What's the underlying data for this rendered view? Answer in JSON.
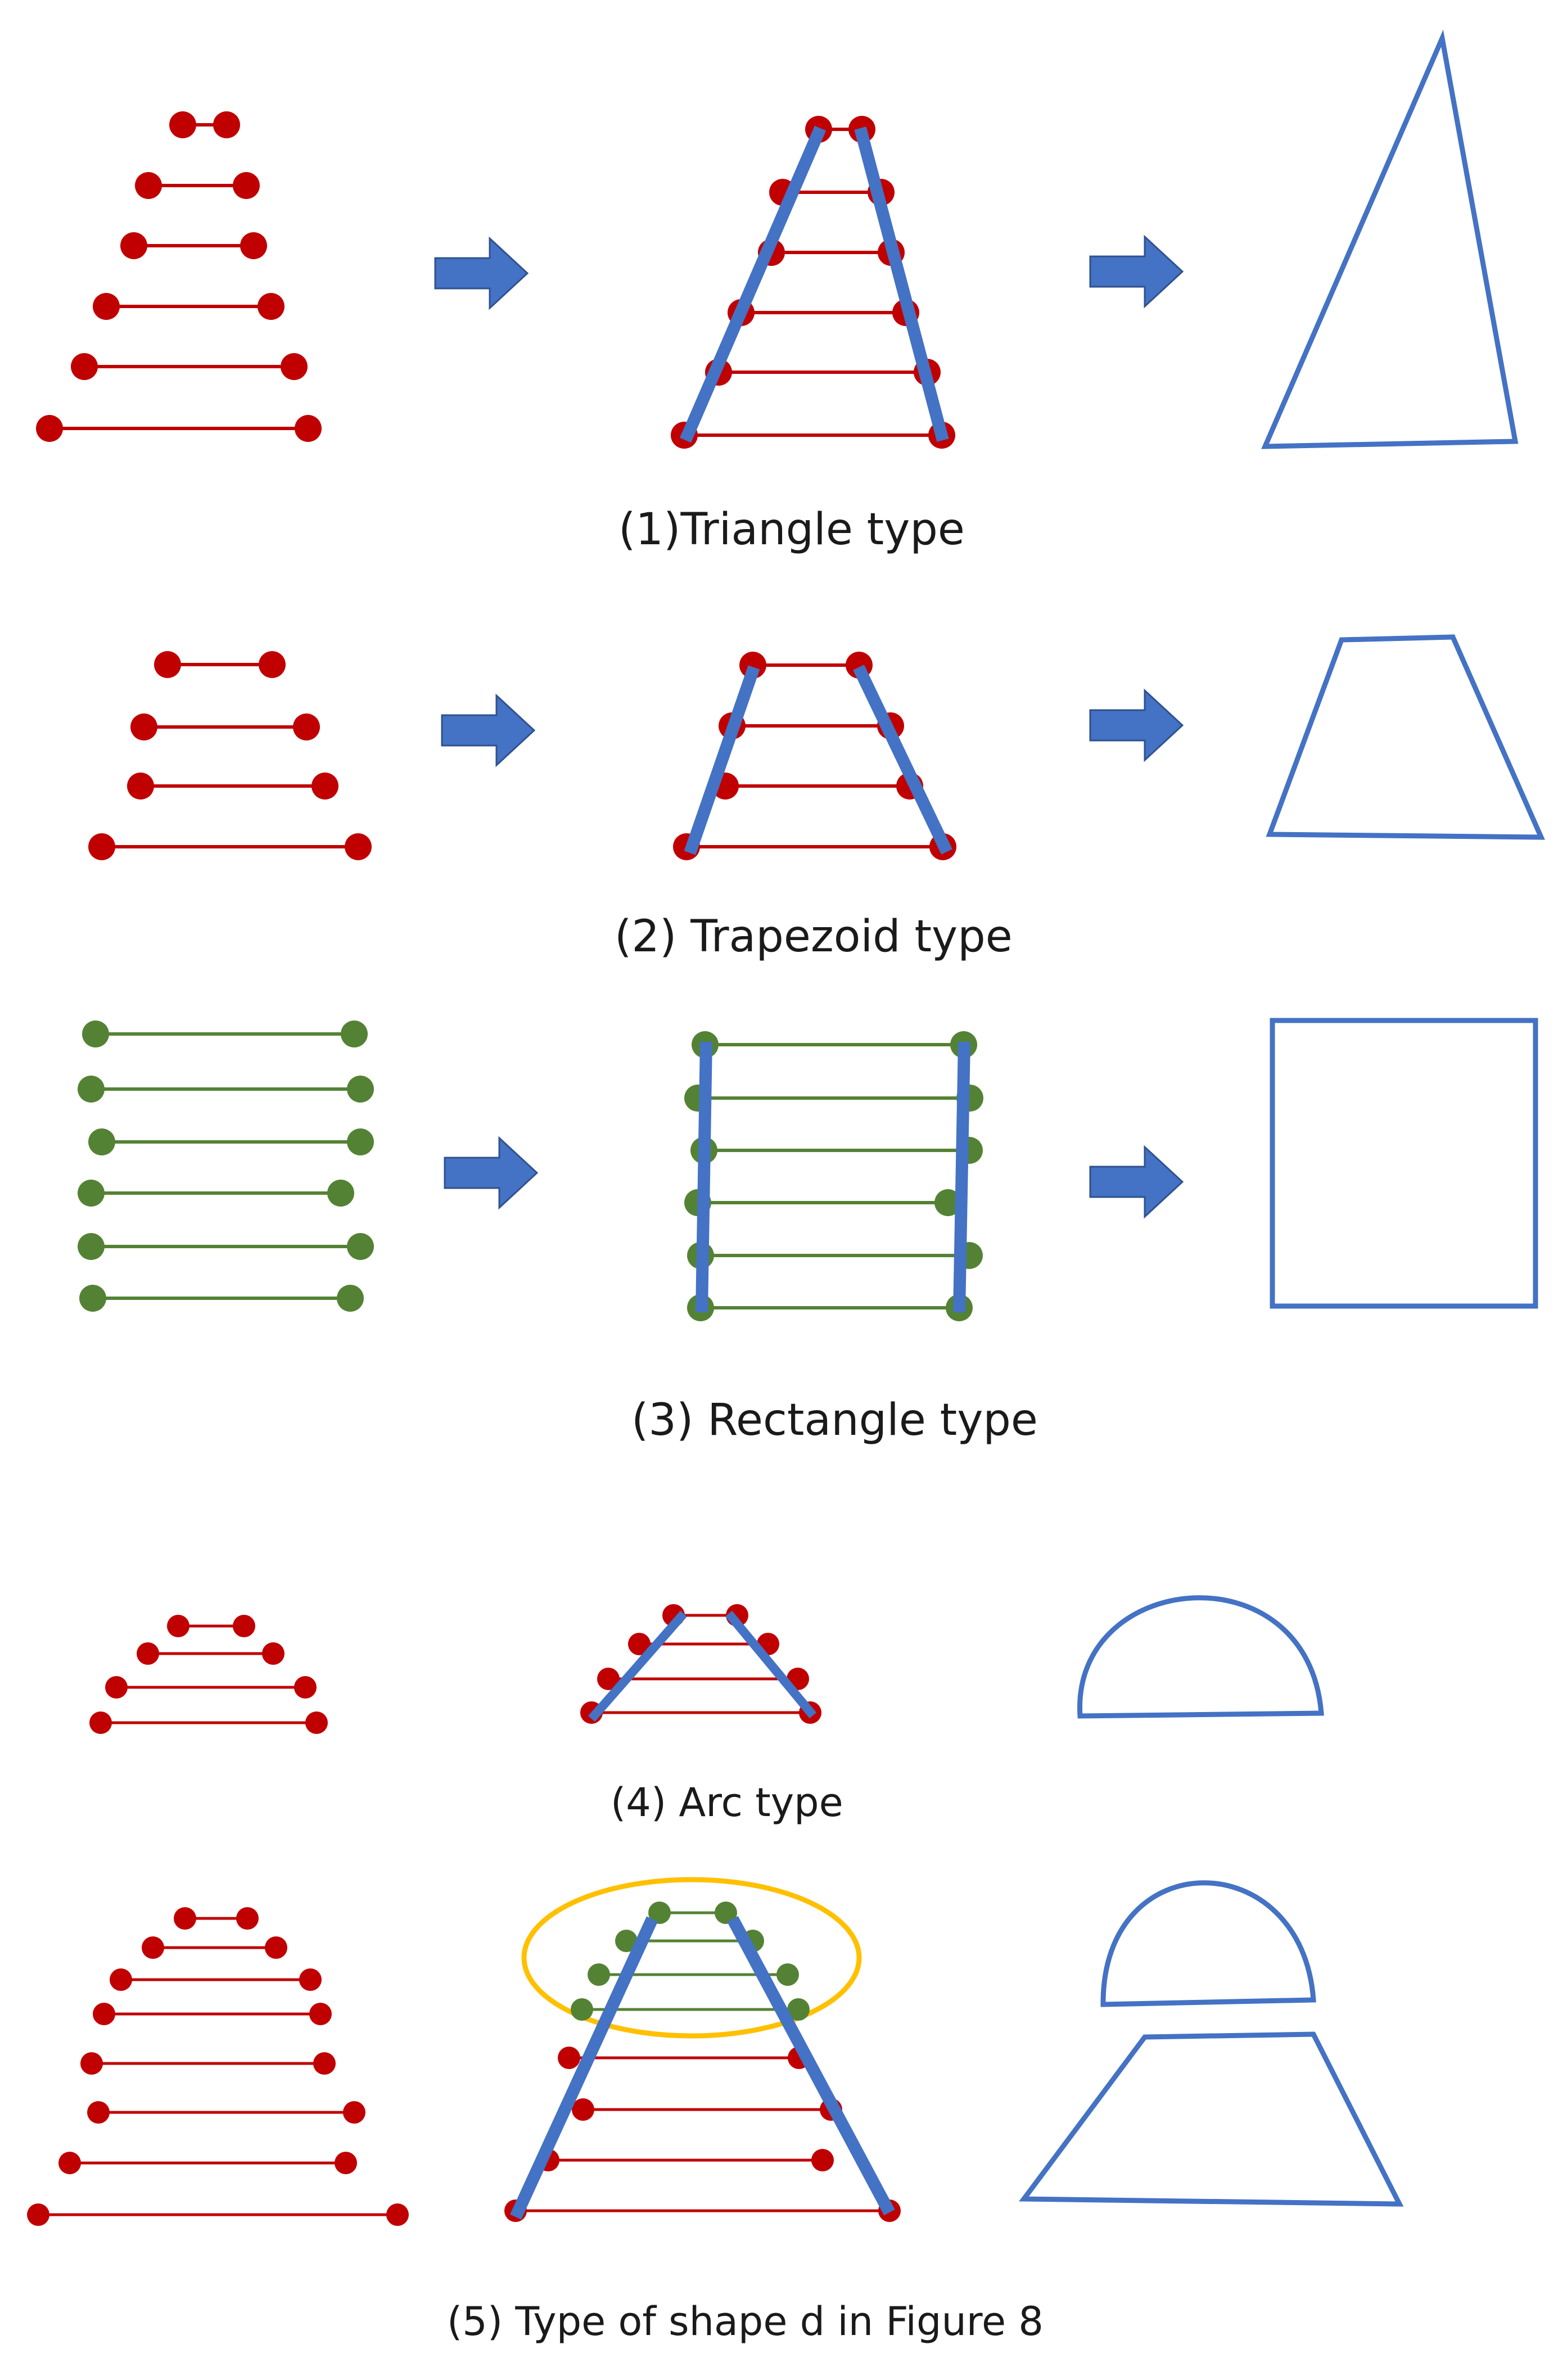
{
  "colors": {
    "red_segment": "#C00000",
    "green_segment": "#548235",
    "blue_outline": "#4472C4",
    "arrow_fill": "#4472C4",
    "highlight_ellipse": "#FFC000",
    "caption_text": "#1a1a1a"
  },
  "rows": [
    {
      "id": "triangle",
      "caption": "(1)Triangle type",
      "segment_color": "red",
      "segment_count": 6,
      "result_shape": "triangle",
      "has_arrows": true
    },
    {
      "id": "trapezoid",
      "caption": "(2) Trapezoid type",
      "segment_color": "red",
      "segment_count": 4,
      "result_shape": "trapezoid",
      "has_arrows": true
    },
    {
      "id": "rectangle",
      "caption": "(3) Rectangle type",
      "segment_color": "green",
      "segment_count": 6,
      "result_shape": "rectangle",
      "has_arrows": true
    },
    {
      "id": "arc",
      "caption": "(4) Arc type",
      "segment_color": "red",
      "segment_count": 4,
      "result_shape": "semicircle",
      "has_arrows": false
    },
    {
      "id": "shape-d",
      "caption": "(5) Type of shape d in Figure 8",
      "segment_color": "red+green",
      "segment_count": 8,
      "result_shape": "semicircle-over-trapezoid",
      "has_arrows": false,
      "highlighted_segments": 4
    }
  ],
  "icons": [
    "right-arrow-icon"
  ]
}
